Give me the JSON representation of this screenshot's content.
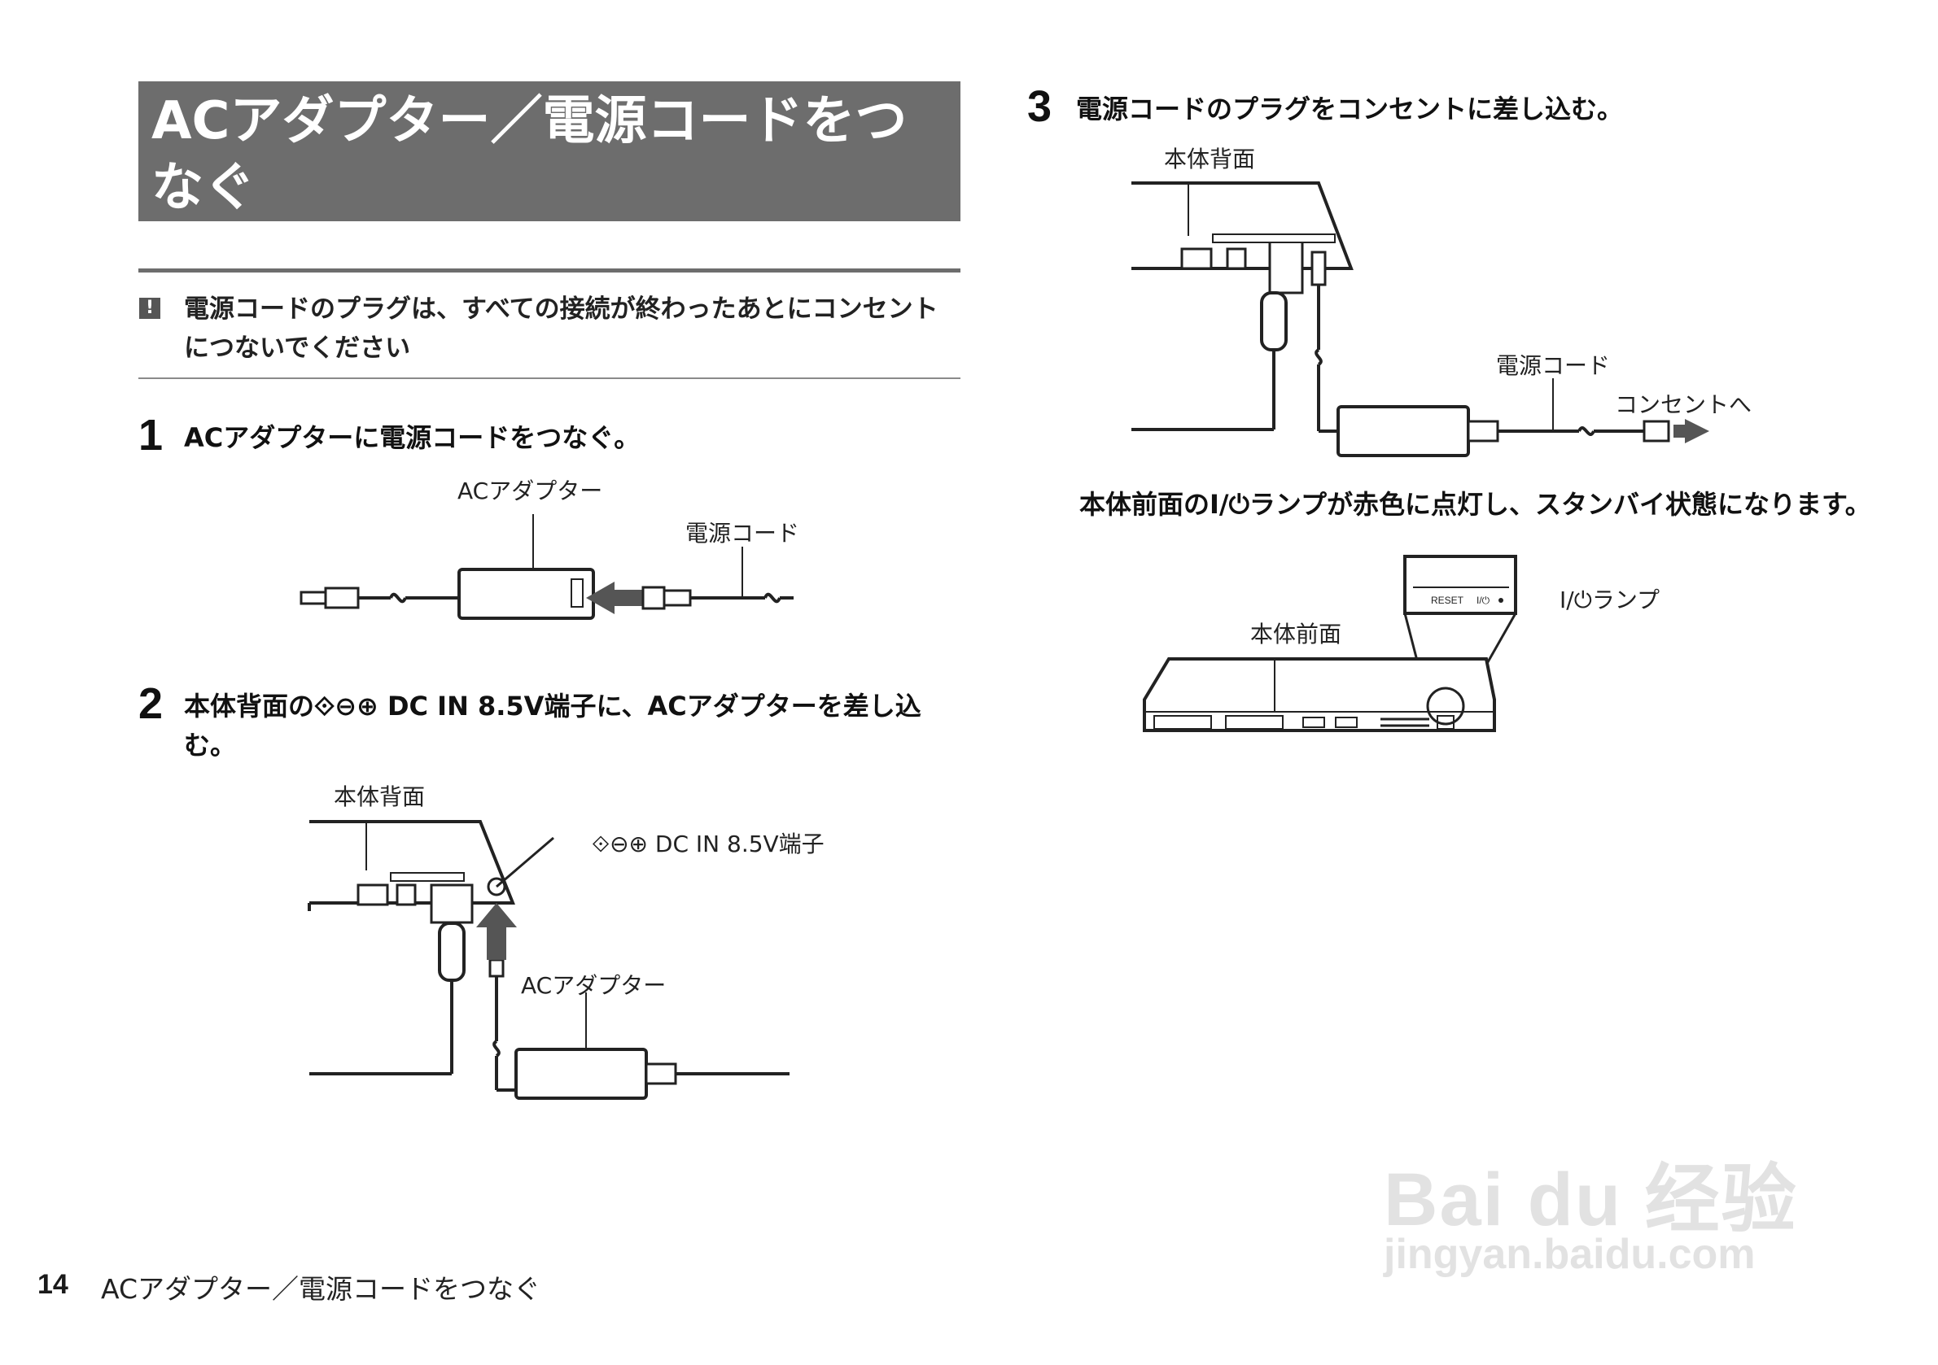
{
  "title": "ACアダプター／電源コードをつなぐ",
  "warning": {
    "icon": "exclamation-icon",
    "text": "電源コードのプラグは、すべての接続が終わったあとにコンセントにつないでください"
  },
  "steps": [
    {
      "number": "1",
      "text": "ACアダプターに電源コードをつなぐ。",
      "labels": {
        "adapter": "ACアダプター",
        "cord": "電源コード"
      }
    },
    {
      "number": "2",
      "text": "本体背面の⟐⊖⊕ DC IN 8.5V端子に、ACアダプターを差し込む。",
      "labels": {
        "rear": "本体背面",
        "dcin": "⟐⊖⊕ DC IN 8.5V端子",
        "adapter": "ACアダプター"
      }
    },
    {
      "number": "3",
      "text": "電源コードのプラグをコンセントに差し込む。",
      "labels": {
        "rear": "本体背面",
        "cord": "電源コード",
        "outlet": "コンセントへ"
      },
      "result": "本体前面のI/⏻ランプが赤色に点灯し、スタンバイ状態になります。",
      "front_labels": {
        "front": "本体前面",
        "lamp": "I/⏻ランプ",
        "reset": "RESET",
        "lamp_small": "I/⏻"
      }
    }
  ],
  "footer": {
    "page": "14",
    "title": "ACアダプター／電源コードをつなぐ"
  },
  "watermark": {
    "brand": "Bai du 经验",
    "url": "jingyan.baidu.com"
  }
}
